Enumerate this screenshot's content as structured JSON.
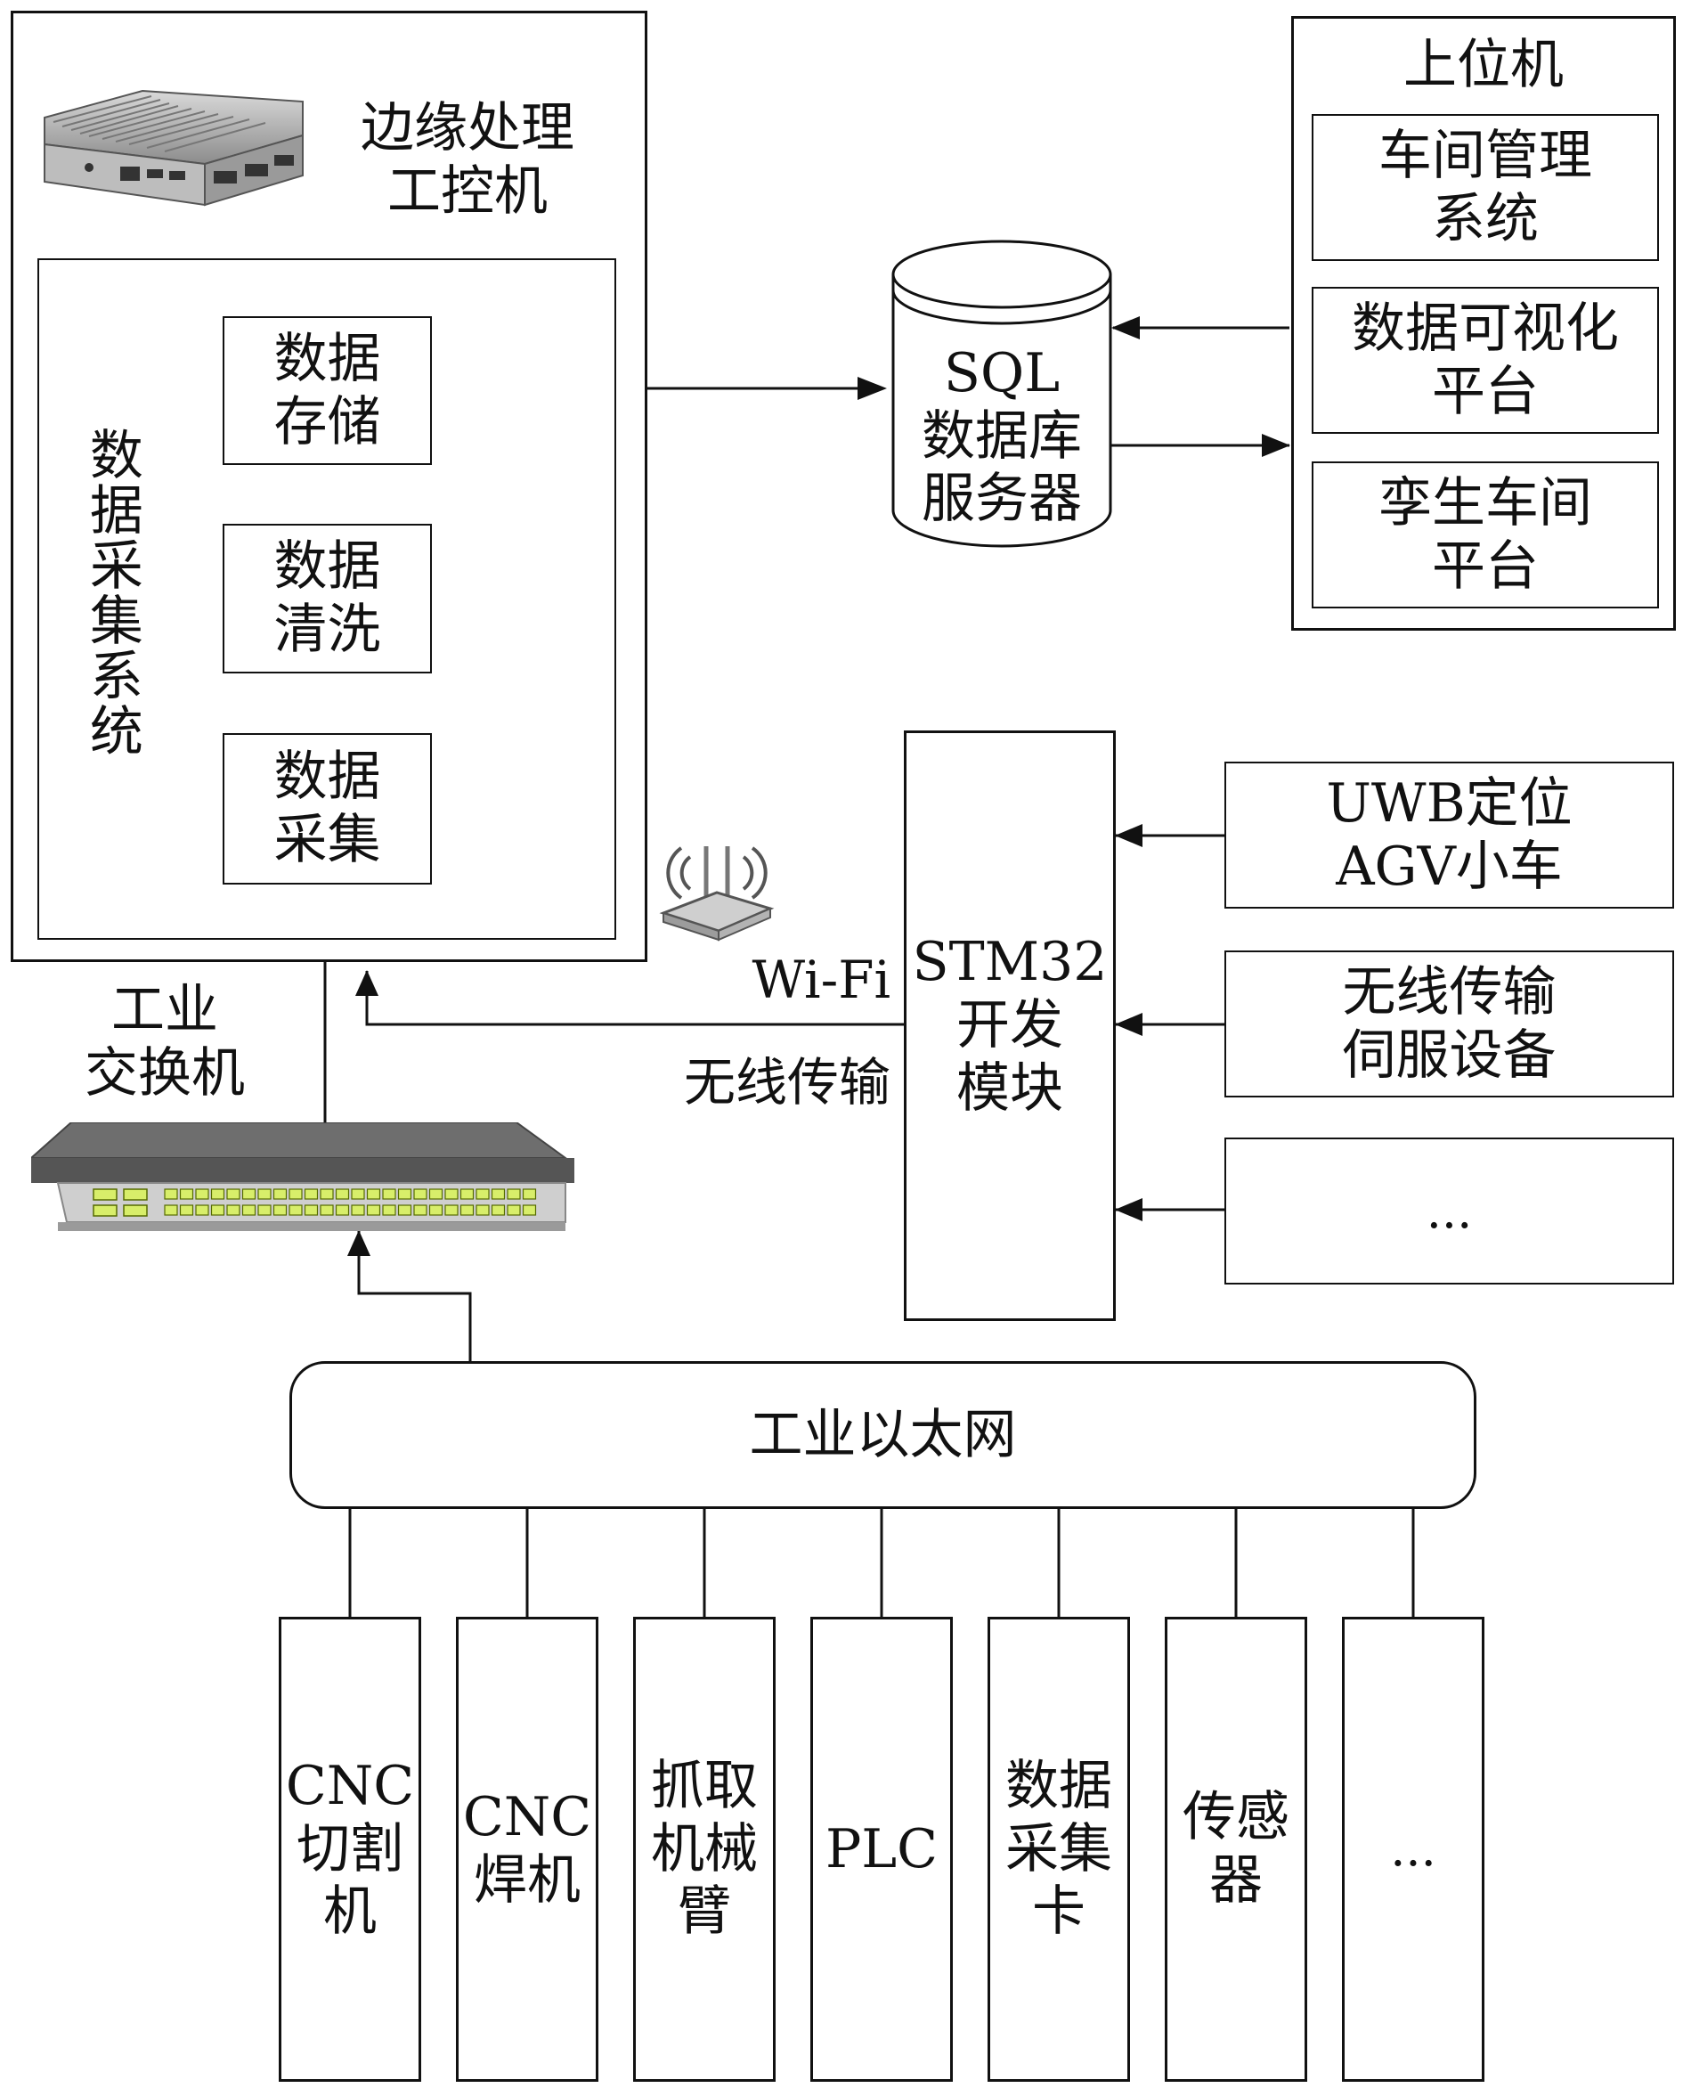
{
  "edge_ipc": {
    "title": "边缘处理\n工控机",
    "collection_system": {
      "label": "数据采集系统",
      "store": "数据\n存储",
      "clean": "数据\n清洗",
      "collect": "数据\n采集"
    }
  },
  "database": {
    "label": "SQL\n数据库\n服务器"
  },
  "host": {
    "title": "上位机",
    "items": [
      {
        "label": "车间管理\n系统"
      },
      {
        "label": "数据可视化\n平台"
      },
      {
        "label": "孪生车间\n平台"
      }
    ]
  },
  "stm32": {
    "label": "STM32\n开发\n模块"
  },
  "peripherals": [
    {
      "label": "UWB定位\nAGV小车"
    },
    {
      "label": "无线传输\n伺服设备"
    },
    {
      "label": "..."
    }
  ],
  "wifi": {
    "label": "Wi-Fi",
    "wireless_label": "无线传输"
  },
  "switch": {
    "label": "工业\n交换机"
  },
  "ethernet": {
    "label": "工业以太网"
  },
  "devices": [
    {
      "label": "CNC\n切割\n机"
    },
    {
      "label": "CNC\n焊机"
    },
    {
      "label": "抓取\n机械\n臂"
    },
    {
      "label": "PLC"
    },
    {
      "label": "数据\n采集\n卡"
    },
    {
      "label": "传感\n器"
    },
    {
      "label": "..."
    }
  ]
}
